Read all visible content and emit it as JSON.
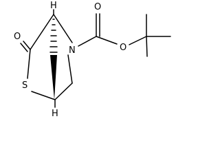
{
  "molecule": {
    "atoms": {
      "oxygen_keto": "O",
      "sulfur": "S",
      "nitrogen": "N",
      "oxygen_ester_carbonyl": "O",
      "oxygen_ester": "O",
      "h_top": "H",
      "h_bottom": "H"
    },
    "colors": {
      "bond": "#000000",
      "label": "#000000",
      "background": "#ffffff"
    }
  }
}
